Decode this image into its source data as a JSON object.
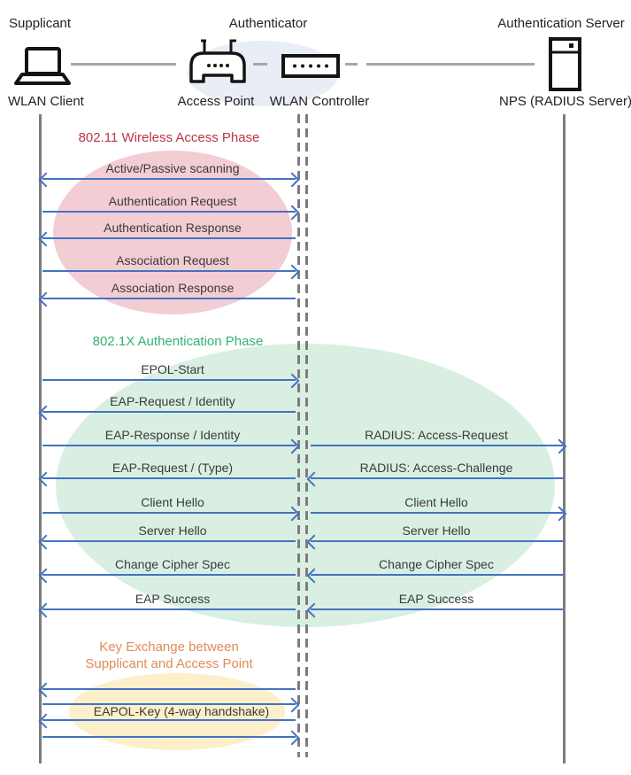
{
  "actors": {
    "supplicant": {
      "role": "Supplicant",
      "device": "WLAN Client",
      "icon": "laptop-icon"
    },
    "authenticator": {
      "role": "Authenticator",
      "device_ap": "Access Point",
      "device_wlc": "WLAN Controller",
      "icons": [
        "access-point-icon",
        "wlan-controller-icon"
      ]
    },
    "auth_server": {
      "role": "Authentication Server",
      "device": "NPS (RADIUS Server)",
      "icon": "server-icon"
    }
  },
  "phases": {
    "wireless_access": {
      "title": "802.11 Wireless Access Phase",
      "title_color": "#BE3645",
      "fill": "#F2CDD3"
    },
    "dot1x_auth": {
      "title": "802.1X Authentication Phase",
      "title_color": "#35B173",
      "fill": "#D9EFE2"
    },
    "key_exchange": {
      "title_line1": "Key Exchange between",
      "title_line2": "Supplicant and Access Point",
      "title_color": "#E08B5B",
      "fill": "#FCEFC9",
      "arrow_directions": [
        "left",
        "right",
        "left",
        "right"
      ]
    }
  },
  "messages": {
    "scanning": {
      "label": "Active/Passive scanning",
      "direction": "both",
      "segment": "client-controller"
    },
    "authentication_request": {
      "label": "Authentication Request",
      "direction": "right",
      "segment": "client-controller"
    },
    "authentication_response": {
      "label": "Authentication Response",
      "direction": "left",
      "segment": "client-controller"
    },
    "association_request": {
      "label": "Association Request",
      "direction": "right",
      "segment": "client-controller"
    },
    "association_response": {
      "label": "Association Response",
      "direction": "left",
      "segment": "client-controller"
    },
    "epol_start": {
      "label": "EPOL-Start",
      "direction": "right",
      "segment": "client-controller"
    },
    "eap_request_identity": {
      "label": "EAP-Request / Identity",
      "direction": "left",
      "segment": "client-controller"
    },
    "eap_response_identity": {
      "label": "EAP-Response / Identity",
      "direction": "right",
      "segment": "client-controller"
    },
    "radius_access_request": {
      "label": "RADIUS: Access-Request",
      "direction": "right",
      "segment": "controller-server"
    },
    "eap_request_type": {
      "label": "EAP-Request / (Type)",
      "direction": "left",
      "segment": "client-controller"
    },
    "radius_access_challenge": {
      "label": "RADIUS: Access-Challenge",
      "direction": "left",
      "segment": "controller-server"
    },
    "client_hello": {
      "label": "Client Hello",
      "direction": "right",
      "segment": "both"
    },
    "server_hello": {
      "label": "Server Hello",
      "direction": "left",
      "segment": "both"
    },
    "change_cipher_spec": {
      "label": "Change Cipher Spec",
      "direction": "left",
      "segment": "both"
    },
    "eap_success": {
      "label": "EAP Success",
      "direction": "left",
      "segment": "both"
    },
    "eapol_key": {
      "label": "EAPOL-Key (4-way handshake)",
      "segment": "client-controller"
    }
  },
  "colors": {
    "arrow": "#4472C4",
    "lifeline": "#7C7C7C",
    "connector": "#A6A6A6",
    "header_ellipse": "#E9EDF6",
    "message_text": "#3A3A3A"
  }
}
